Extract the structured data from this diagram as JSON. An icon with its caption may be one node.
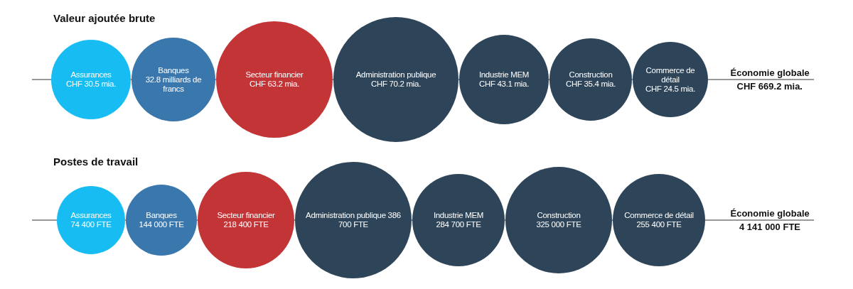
{
  "diagram": {
    "nodes": [
      {
        "text": [
          "Assurances",
          "CHF 30.5 mia."
        ]
      },
      {
        "text": [
          "Banques",
          "32.8 milliards de francs"
        ]
      },
      {
        "text": [
          "Secteur financier",
          "CHF 63.2 mia."
        ]
      },
      {
        "text": [
          "Administration publique",
          "CHF 70.2 mia."
        ]
      },
      {
        "text": [
          "Industrie MEM",
          "CHF 43.1 mia."
        ]
      },
      {
        "text": [
          "Construction",
          "CHF 35.4 mia."
        ]
      },
      {
        "text": [
          "Commerce de détail",
          "CHF 24.5 mia."
        ]
      },
      {
        "text": [
          "Assurances",
          "74 400 FTE"
        ]
      },
      {
        "text": [
          "Banques",
          "144 000 FTE"
        ]
      },
      {
        "text": [
          "Secteur financier",
          "218 400 FTE"
        ]
      },
      {
        "text": [
          "Administration publique 386 700 FTE"
        ]
      },
      {
        "text": [
          "Industrie MEM",
          "284 700 FTE"
        ]
      },
      {
        "text": [
          "Construction",
          "325 000 FTE"
        ]
      },
      {
        "text": [
          "Commerce de détail 255 400 FTE"
        ]
      }
    ],
    "labels": [
      "Valeur ajoutée brute",
      "Économie globale",
      "CHF 669.2 mia.",
      "Postes de travail",
      "Économie globale",
      "4 141 000 FTE"
    ]
  }
}
